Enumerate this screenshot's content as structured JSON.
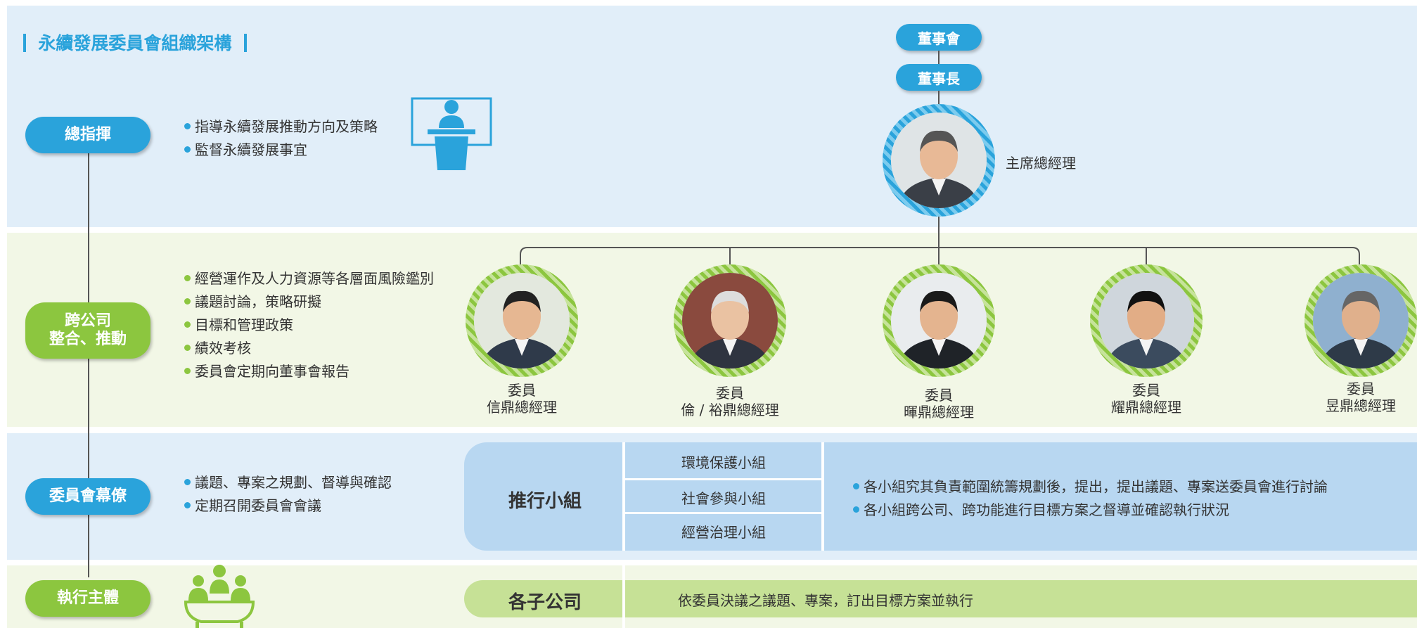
{
  "title": "永續發展委員會組織架構",
  "levels": [
    {
      "label": "總指揮",
      "lines": [
        "總指揮"
      ],
      "bullets": [
        "指導永續發展推動方向及策略",
        "監督永續發展事宜"
      ]
    },
    {
      "label": "跨公司整合、推動",
      "lines": [
        "跨公司",
        "整合、推動"
      ],
      "bullets": [
        "經營運作及人力資源等各層面風險鑑別",
        "議題討論，策略研擬",
        "目標和管理政策",
        "績效考核",
        "委員會定期向董事會報告"
      ]
    },
    {
      "label": "委員會幕僚",
      "lines": [
        "委員會幕僚"
      ],
      "bullets": [
        "議題、專案之規劃、督導與確認",
        "定期召開委員會會議"
      ]
    },
    {
      "label": "執行主體",
      "lines": [
        "執行主體"
      ],
      "bullets": []
    }
  ],
  "board": {
    "top": "董事會",
    "chair": "董事長",
    "ceo_caption": "主席總經理"
  },
  "members": [
    {
      "role": "委員",
      "name": "信鼎總經理"
    },
    {
      "role": "委員",
      "name": "倫 / 裕鼎總經理"
    },
    {
      "role": "委員",
      "name": "暉鼎總經理"
    },
    {
      "role": "委員",
      "name": "耀鼎總經理"
    },
    {
      "role": "委員",
      "name": "昱鼎總經理"
    }
  ],
  "task_force": {
    "title": "推行小組",
    "groups": [
      "環境保護小組",
      "社會參與小組",
      "經營治理小組"
    ],
    "notes": [
      "各小組究其負責範圍統籌規劃後，提出，提出議題、專案送委員會進行討論",
      "各小組跨公司、跨功能進行目標方案之督導並確認執行狀況"
    ]
  },
  "subsidiaries": {
    "title": "各子公司",
    "desc": "依委員決議之議題、專案，訂出目標方案並執行"
  },
  "colors": {
    "blue": "#2aa3db",
    "green": "#8cc63f",
    "band_blue": "#e1eef9",
    "band_green": "#f2f7e6"
  }
}
